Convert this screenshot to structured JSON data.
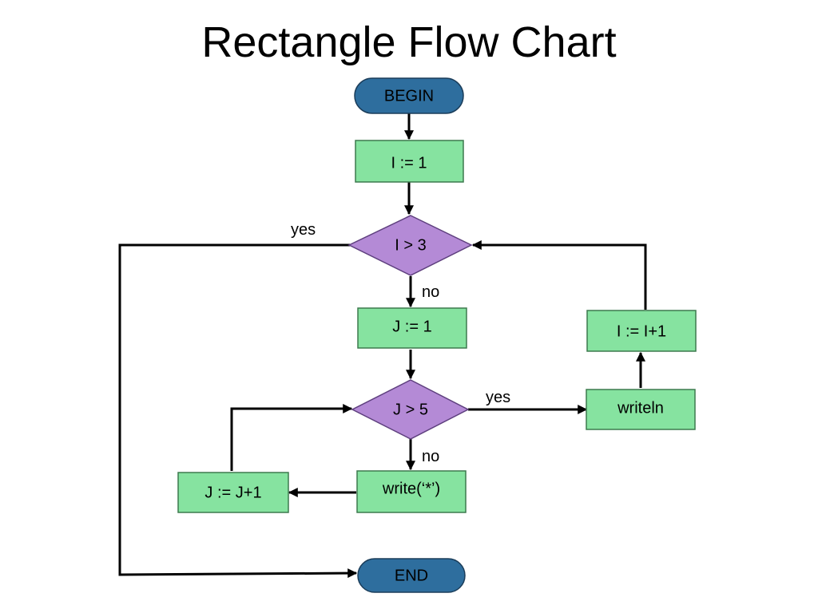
{
  "title": "Rectangle Flow Chart",
  "colors": {
    "terminal_fill": "#2e6e9e",
    "process_fill": "#86e3a0",
    "decision_fill": "#b48ad6",
    "line": "#000000"
  },
  "nodes": {
    "begin": "BEGIN",
    "i_init": "I := 1",
    "i_check": "I > 3",
    "j_init": "J := 1",
    "j_check": "J > 5",
    "write_star": "write(‘*’)",
    "j_inc": "J := J+1",
    "writeln": "writeln",
    "i_inc": "I := I+1",
    "end": "END"
  },
  "edge_labels": {
    "i_check_yes": "yes",
    "i_check_no": "no",
    "j_check_yes": "yes",
    "j_check_no": "no"
  }
}
